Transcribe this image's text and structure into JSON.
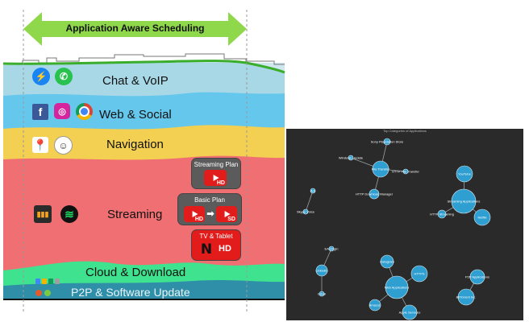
{
  "banner": {
    "title": "Application Aware Scheduling"
  },
  "layers": [
    {
      "label": "Chat & VoIP",
      "color": "#a8d8e6"
    },
    {
      "label": "Web & Social",
      "color": "#66c7ec"
    },
    {
      "label": "Navigation",
      "color": "#f3cf52"
    },
    {
      "label": "Streaming",
      "color": "#ef6f72"
    },
    {
      "label": "Cloud & Download",
      "color": "#3fe38f"
    },
    {
      "label": "P2P & Software Update",
      "color": "#2f8fa8"
    }
  ],
  "plans": [
    {
      "title": "Streaming Plan",
      "badges": [
        "HD"
      ]
    },
    {
      "title": "Basic Plan",
      "badges": [
        "HD",
        "SD"
      ]
    },
    {
      "title": "TV & Tablet",
      "badges": [
        "HD"
      ]
    }
  ],
  "icons": [
    "messenger-icon",
    "whatsapp-icon",
    "facebook-icon",
    "instagram-icon",
    "chrome-icon",
    "google-maps-icon",
    "waze-icon",
    "deezer-icon",
    "spotify-icon",
    "arrow-right-icon",
    "netflix-icon"
  ],
  "netflix_logo": "N",
  "graph": {
    "title": "Top Categories of Applications",
    "nodes": [
      {
        "id": "sony",
        "label": "Sony Playstation Store"
      },
      {
        "id": "winupd",
        "label": "Windows Update"
      },
      {
        "id": "filexfer",
        "label": "File Transfer"
      },
      {
        "id": "httpfile",
        "label": "HTTP File Transfer"
      },
      {
        "id": "httpdm",
        "label": "HTTP Download Manager"
      },
      {
        "id": "youtube",
        "label": "YouTube"
      },
      {
        "id": "streamapps",
        "label": "Streaming Applications"
      },
      {
        "id": "httpstream",
        "label": "HTTP Streaming"
      },
      {
        "id": "netflix",
        "label": "Netflix"
      },
      {
        "id": "ant",
        "label": "Ant"
      },
      {
        "id": "skype",
        "label": "Skype Voice"
      },
      {
        "id": "lsorigin",
        "label": "EA Origin"
      },
      {
        "id": "linkedin",
        "label": "LinkedIn"
      },
      {
        "id": "gmail",
        "label": "Gmail"
      },
      {
        "id": "instagram",
        "label": "Instagram"
      },
      {
        "id": "https",
        "label": "HTTPS"
      },
      {
        "id": "webapps",
        "label": "Web Applications"
      },
      {
        "id": "amazon",
        "label": "Amazon"
      },
      {
        "id": "appleservices",
        "label": "Apple Services"
      },
      {
        "id": "p2papps",
        "label": "P2P Applications"
      },
      {
        "id": "bittorrent",
        "label": "BitTorrent Inc."
      }
    ],
    "edges": [
      [
        "sony",
        "filexfer"
      ],
      [
        "winupd",
        "filexfer"
      ],
      [
        "filexfer",
        "httpfile"
      ],
      [
        "filexfer",
        "httpdm"
      ],
      [
        "youtube",
        "streamapps"
      ],
      [
        "streamapps",
        "httpstream"
      ],
      [
        "streamapps",
        "netflix"
      ],
      [
        "ant",
        "skype"
      ],
      [
        "lsorigin",
        "linkedin"
      ],
      [
        "linkedin",
        "gmail"
      ],
      [
        "instagram",
        "webapps"
      ],
      [
        "https",
        "webapps"
      ],
      [
        "webapps",
        "amazon"
      ],
      [
        "webapps",
        "appleservices"
      ],
      [
        "p2papps",
        "bittorrent"
      ]
    ]
  }
}
